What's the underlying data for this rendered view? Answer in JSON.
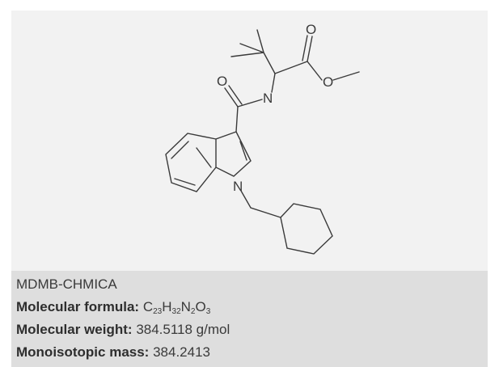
{
  "compound": {
    "name": "MDMB-CHMICA",
    "formula_label": "Molecular formula:",
    "formula": [
      {
        "el": "C",
        "n": "23"
      },
      {
        "el": "H",
        "n": "32"
      },
      {
        "el": "N",
        "n": "2"
      },
      {
        "el": "O",
        "n": "3"
      }
    ],
    "weight_label": "Molecular weight:",
    "weight_value": "384.5118 g/mol",
    "mono_label": "Monoisotopic mass:",
    "mono_value": "384.2413"
  },
  "structure": {
    "atoms": {
      "amide_o": "O",
      "amide_n": "N",
      "carbonyl_o": "O",
      "ester_o": "O",
      "indole_n": "N"
    }
  },
  "colors": {
    "structure_bg": "#f2f2f2",
    "info_bg": "#dedede",
    "bond": "#3a3a3a",
    "text": "#3a3a3a"
  }
}
